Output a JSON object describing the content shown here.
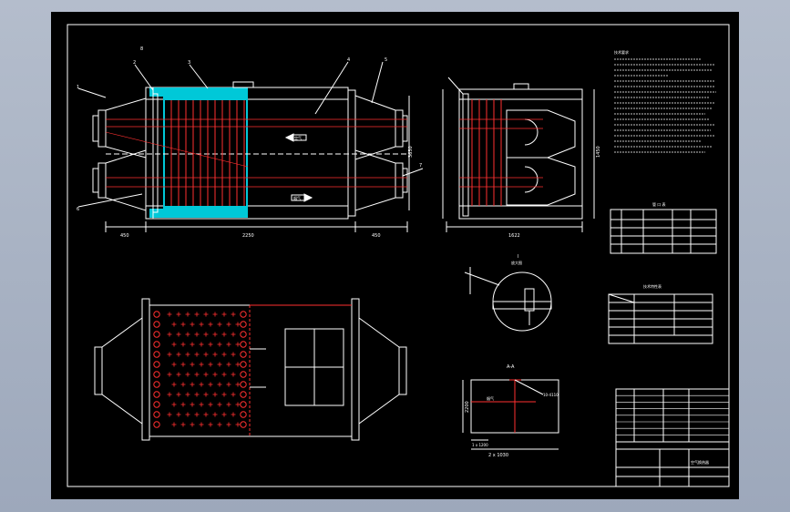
{
  "colors": {
    "line": "#ffffff",
    "tube": "#ff3030",
    "fill": "#00c8d8",
    "bg": "#000000",
    "outer": "#a9b3c4"
  },
  "front_view": {
    "labels": [
      "1",
      "2",
      "3",
      "4",
      "5",
      "6",
      "7",
      "8"
    ],
    "dims": {
      "left": "450",
      "mid": "2250",
      "right": "450",
      "width": "3650"
    },
    "arrow_top": "空气",
    "arrow_bottom": "烟气"
  },
  "side_view": {
    "dim_bottom": "1622",
    "dim_right": "1450"
  },
  "detail": {
    "title": "I",
    "note": "放大图"
  },
  "section": {
    "title": "A-A",
    "dim_left": "2200",
    "dim_bottom": "2 x 1030",
    "dim_bottom2": "1 x 1200",
    "label_a": "烟气",
    "label_b": "10-4110"
  },
  "notes": {
    "title": "技术要求"
  },
  "table_a": {
    "title": "管 口 表"
  },
  "table_b": {
    "title": "技术特性表"
  },
  "title_block": {
    "label": "空气换热器"
  }
}
